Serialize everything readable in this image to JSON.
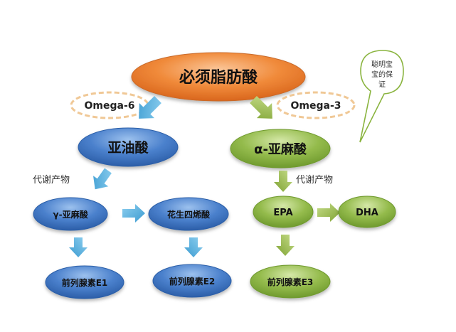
{
  "nodes": {
    "top": "必须脂肪酸",
    "omega6": "Omega-6",
    "omega3": "Omega-3",
    "linoleic": "亚油酸",
    "alpha_linolenic": "α-亚麻酸",
    "gamma_linolenic": "γ-亚麻酸",
    "arachidonic": "花生四烯酸",
    "epa": "EPA",
    "dha": "DHA",
    "pg_e1": "前列腺素E1",
    "pg_e2": "前列腺素E2",
    "pg_e3": "前列腺素E3"
  },
  "labels": {
    "metabolite_left": "代谢产物",
    "metabolite_right": "代谢产物"
  },
  "callout": {
    "line1": "聪明宝",
    "line2": "宝的保",
    "line3": "证"
  },
  "colors": {
    "orange": "#ef7f2e",
    "blue": "#3f74c4",
    "green": "#8ab43f",
    "arrow_blue": "#4aa8d8",
    "arrow_green": "#8fb23f"
  }
}
